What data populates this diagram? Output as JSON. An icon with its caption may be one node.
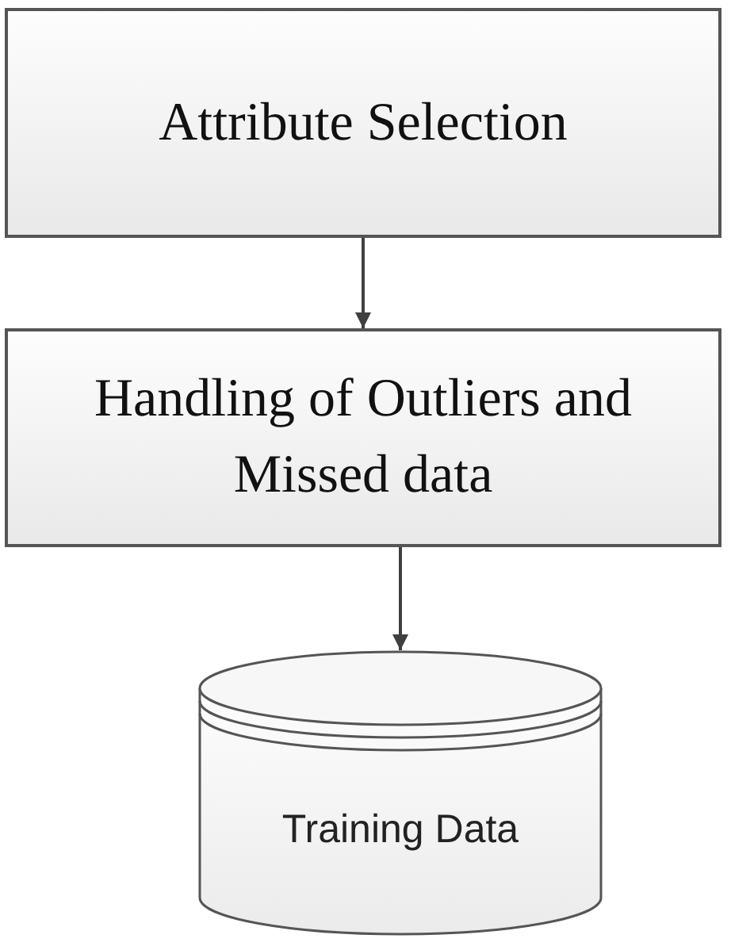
{
  "diagram": {
    "nodes": [
      {
        "text": [
          "Attribute Selection"
        ]
      },
      {
        "text": [
          "Handling of Outliers and Missed data"
        ]
      },
      {
        "text": [
          "Training Data"
        ]
      }
    ],
    "edges": [
      {
        "from": 0,
        "to": 1,
        "arrow": "to"
      },
      {
        "from": 1,
        "to": 2,
        "arrow": "to"
      }
    ]
  }
}
